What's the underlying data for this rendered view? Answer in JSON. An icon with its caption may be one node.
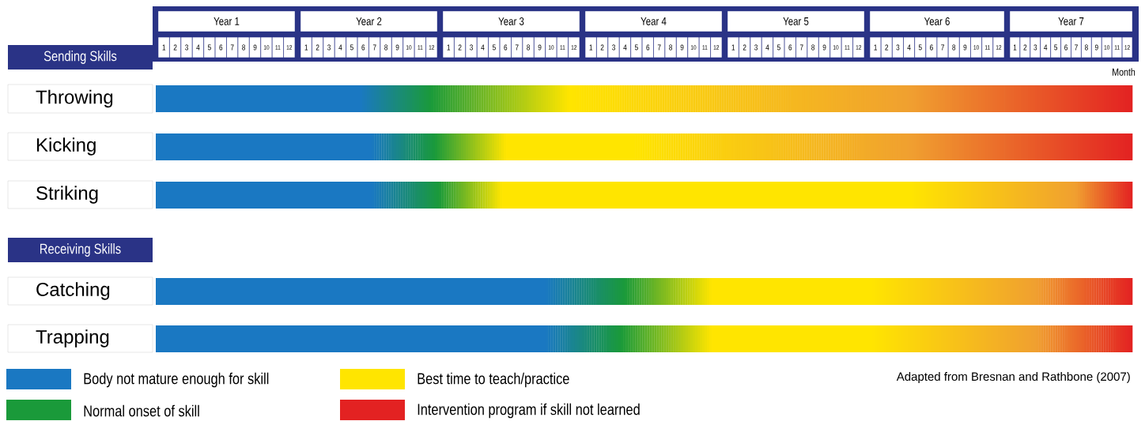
{
  "diagram": {
    "caption": "Adapted from Bresnan and Rathbone (2007)",
    "nodes": [
      {
        "text": [
          "Year 1"
        ]
      },
      {
        "text": [
          "Year 2"
        ]
      },
      {
        "text": [
          "Year 3"
        ]
      },
      {
        "text": [
          "Year 4"
        ]
      },
      {
        "text": [
          "Year 5"
        ]
      },
      {
        "text": [
          "Year 6"
        ]
      },
      {
        "text": [
          "Year 7"
        ]
      },
      {
        "text": [
          "1"
        ]
      },
      {
        "text": [
          "2"
        ]
      },
      {
        "text": [
          "3"
        ]
      },
      {
        "text": [
          "4"
        ]
      },
      {
        "text": [
          "5"
        ]
      },
      {
        "text": [
          "6"
        ]
      },
      {
        "text": [
          "7"
        ]
      },
      {
        "text": [
          "8"
        ]
      },
      {
        "text": [
          "9"
        ]
      },
      {
        "text": [
          "10"
        ]
      },
      {
        "text": [
          "11"
        ]
      },
      {
        "text": [
          "12"
        ]
      },
      {
        "text": [
          "1"
        ]
      },
      {
        "text": [
          "2"
        ]
      },
      {
        "text": [
          "3"
        ]
      },
      {
        "text": [
          "4"
        ]
      },
      {
        "text": [
          "5"
        ]
      },
      {
        "text": [
          "6"
        ]
      },
      {
        "text": [
          "7"
        ]
      },
      {
        "text": [
          "8"
        ]
      },
      {
        "text": [
          "9"
        ]
      },
      {
        "text": [
          "10"
        ]
      },
      {
        "text": [
          "11"
        ]
      },
      {
        "text": [
          "12"
        ]
      },
      {
        "text": [
          "1"
        ]
      },
      {
        "text": [
          "2"
        ]
      },
      {
        "text": [
          "3"
        ]
      },
      {
        "text": [
          "4"
        ]
      },
      {
        "text": [
          "5"
        ]
      },
      {
        "text": [
          "6"
        ]
      },
      {
        "text": [
          "7"
        ]
      },
      {
        "text": [
          "8"
        ]
      },
      {
        "text": [
          "9"
        ]
      },
      {
        "text": [
          "10"
        ]
      },
      {
        "text": [
          "11"
        ]
      },
      {
        "text": [
          "12"
        ]
      },
      {
        "text": [
          "1"
        ]
      },
      {
        "text": [
          "2"
        ]
      },
      {
        "text": [
          "3"
        ]
      },
      {
        "text": [
          "4"
        ]
      },
      {
        "text": [
          "5"
        ]
      },
      {
        "text": [
          "6"
        ]
      },
      {
        "text": [
          "7"
        ]
      },
      {
        "text": [
          "8"
        ]
      },
      {
        "text": [
          "9"
        ]
      },
      {
        "text": [
          "10"
        ]
      },
      {
        "text": [
          "11"
        ]
      },
      {
        "text": [
          "12"
        ]
      },
      {
        "text": [
          "1"
        ]
      },
      {
        "text": [
          "2"
        ]
      },
      {
        "text": [
          "3"
        ]
      },
      {
        "text": [
          "4"
        ]
      },
      {
        "text": [
          "5"
        ]
      },
      {
        "text": [
          "6"
        ]
      },
      {
        "text": [
          "7"
        ]
      },
      {
        "text": [
          "8"
        ]
      },
      {
        "text": [
          "9"
        ]
      },
      {
        "text": [
          "10"
        ]
      },
      {
        "text": [
          "11"
        ]
      },
      {
        "text": [
          "12"
        ]
      },
      {
        "text": [
          "1"
        ]
      },
      {
        "text": [
          "2"
        ]
      },
      {
        "text": [
          "3"
        ]
      },
      {
        "text": [
          "4"
        ]
      },
      {
        "text": [
          "5"
        ]
      },
      {
        "text": [
          "6"
        ]
      },
      {
        "text": [
          "7"
        ]
      },
      {
        "text": [
          "8"
        ]
      },
      {
        "text": [
          "9"
        ]
      },
      {
        "text": [
          "10"
        ]
      },
      {
        "text": [
          "11"
        ]
      },
      {
        "text": [
          "12"
        ]
      },
      {
        "text": [
          "1"
        ]
      },
      {
        "text": [
          "2"
        ]
      },
      {
        "text": [
          "3"
        ]
      },
      {
        "text": [
          "4"
        ]
      },
      {
        "text": [
          "5"
        ]
      },
      {
        "text": [
          "6"
        ]
      },
      {
        "text": [
          "7"
        ]
      },
      {
        "text": [
          "8"
        ]
      },
      {
        "text": [
          "9"
        ]
      },
      {
        "text": [
          "10"
        ]
      },
      {
        "text": [
          "11"
        ]
      },
      {
        "text": [
          "12"
        ]
      },
      {
        "text": [
          "Sending Skills"
        ]
      },
      {
        "text": [
          "Throwing"
        ]
      },
      {
        "text": [
          "Kicking"
        ]
      },
      {
        "text": [
          "Striking"
        ]
      },
      {
        "text": [
          "Receiving Skills"
        ]
      },
      {
        "text": [
          "Catching"
        ]
      },
      {
        "text": [
          "Trapping"
        ]
      }
    ],
    "labels": [
      "Month"
    ],
    "legend": [
      {
        "text": "Body not mature enough for skill",
        "color": "#1a78c2"
      },
      {
        "text": "Normal onset of skill",
        "color": "#1a9a3a"
      },
      {
        "text": "Best time to teach/practice",
        "color": "#ffe500"
      },
      {
        "text": "Intervention program if skill not learned",
        "color": "#e32222"
      }
    ]
  }
}
